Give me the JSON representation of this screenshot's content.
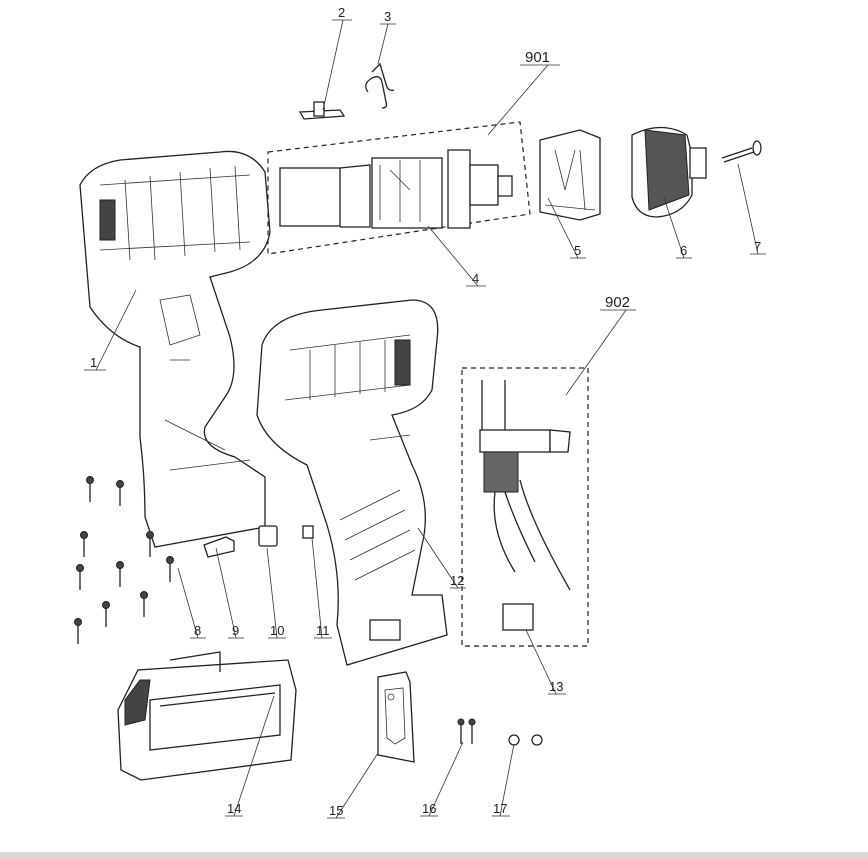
{
  "diagram": {
    "title_hidden": null,
    "part_labels": {
      "p1": "1",
      "p2": "2",
      "p3": "3",
      "p4": "4",
      "p5": "5",
      "p6": "6",
      "p7": "7",
      "p8": "8",
      "p9": "9",
      "p10": "10",
      "p11": "11",
      "p12": "12",
      "p13": "13",
      "p14": "14",
      "p15": "15",
      "p16": "16",
      "p17": "17",
      "a901": "901",
      "a902": "902"
    }
  }
}
